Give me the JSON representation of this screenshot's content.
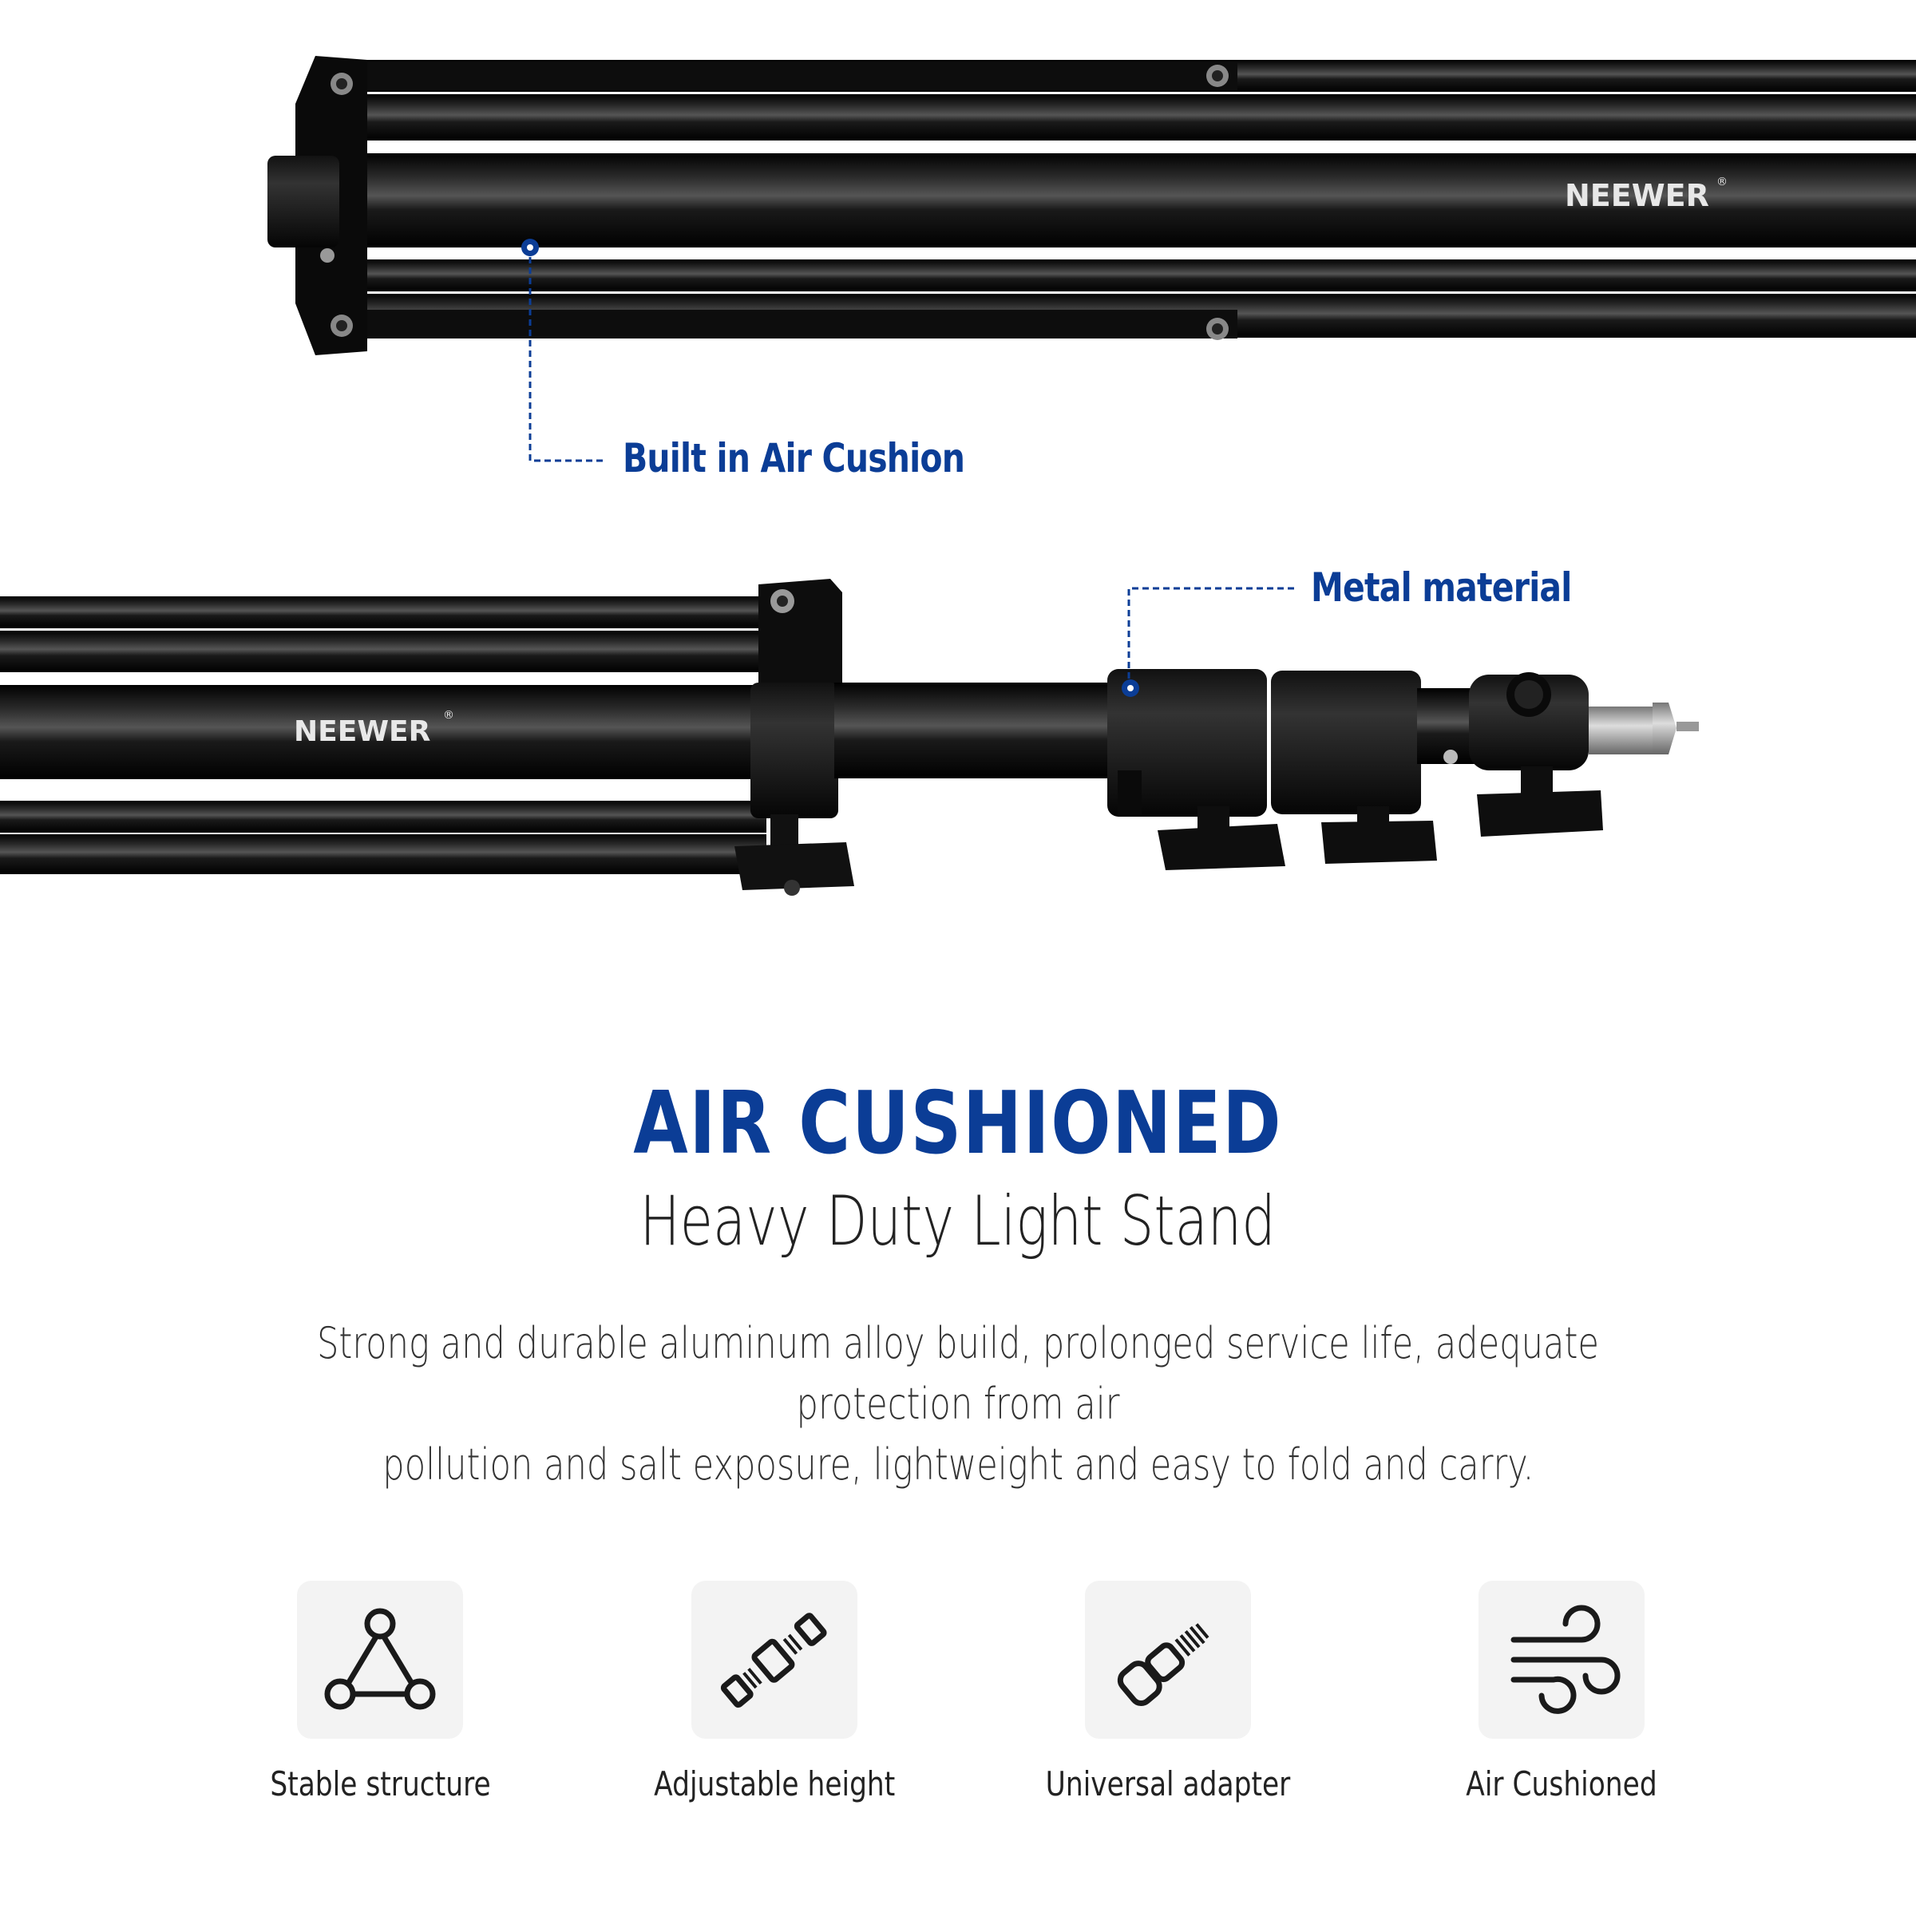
{
  "colors": {
    "accent": "#0b3d96",
    "text": "#222222",
    "tile_bg": "#f3f3f3",
    "metal": "#0d0d0d"
  },
  "product": {
    "brand_mark": "NEEWER",
    "registered_symbol": "®"
  },
  "callouts": {
    "air_cushion": "Built in Air Cushion",
    "metal": "Metal material"
  },
  "heading": {
    "title": "AIR CUSHIONED",
    "subtitle": "Heavy Duty Light Stand"
  },
  "description": {
    "line1": "Strong and durable aluminum alloy build, prolonged service life, adequate protection from air",
    "line2": "pollution and salt exposure, lightweight and easy to fold and carry."
  },
  "features": [
    {
      "label": "Stable structure",
      "icon": "triangle-nodes-icon"
    },
    {
      "label": "Adjustable height",
      "icon": "telescoping-tube-icon"
    },
    {
      "label": "Universal adapter",
      "icon": "spigot-adapter-icon"
    },
    {
      "label": "Air Cushioned",
      "icon": "wind-icon"
    }
  ]
}
